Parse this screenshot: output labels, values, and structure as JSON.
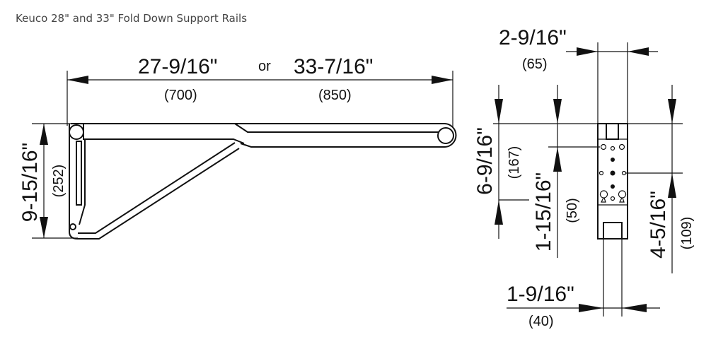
{
  "title": "Keuco 28\" and 33\" Fold Down Support Rails",
  "side_view": {
    "length_in_a": "27-9/16\"",
    "length_or": "or",
    "length_in_b": "33-7/16\"",
    "length_mm_a": "(700)",
    "length_mm_b": "(850)",
    "height_in": "9-15/16\"",
    "height_mm": "(252)"
  },
  "plate_view": {
    "width_in": "2-9/16\"",
    "width_mm": "(65)",
    "height_in": "6-9/16\"",
    "height_mm": "(167)",
    "upper_hole_in": "1-15/16\"",
    "upper_hole_mm": "(50)",
    "lower_hole_in": "4-5/16\"",
    "lower_hole_mm": "(109)",
    "hole_spacing_in": "1-9/16\"",
    "hole_spacing_mm": "(40)"
  }
}
